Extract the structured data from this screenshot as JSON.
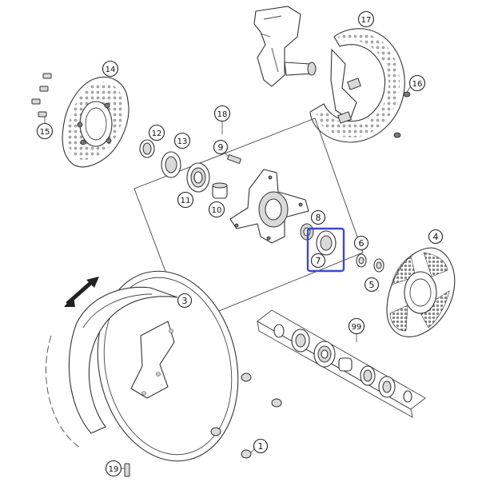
{
  "callouts": [
    "1",
    "3",
    "4",
    "5",
    "6",
    "7",
    "8",
    "9",
    "10",
    "11",
    "12",
    "13",
    "14",
    "15",
    "16",
    "17",
    "18",
    "19",
    "99"
  ],
  "highlight_color": "#3f48cc"
}
